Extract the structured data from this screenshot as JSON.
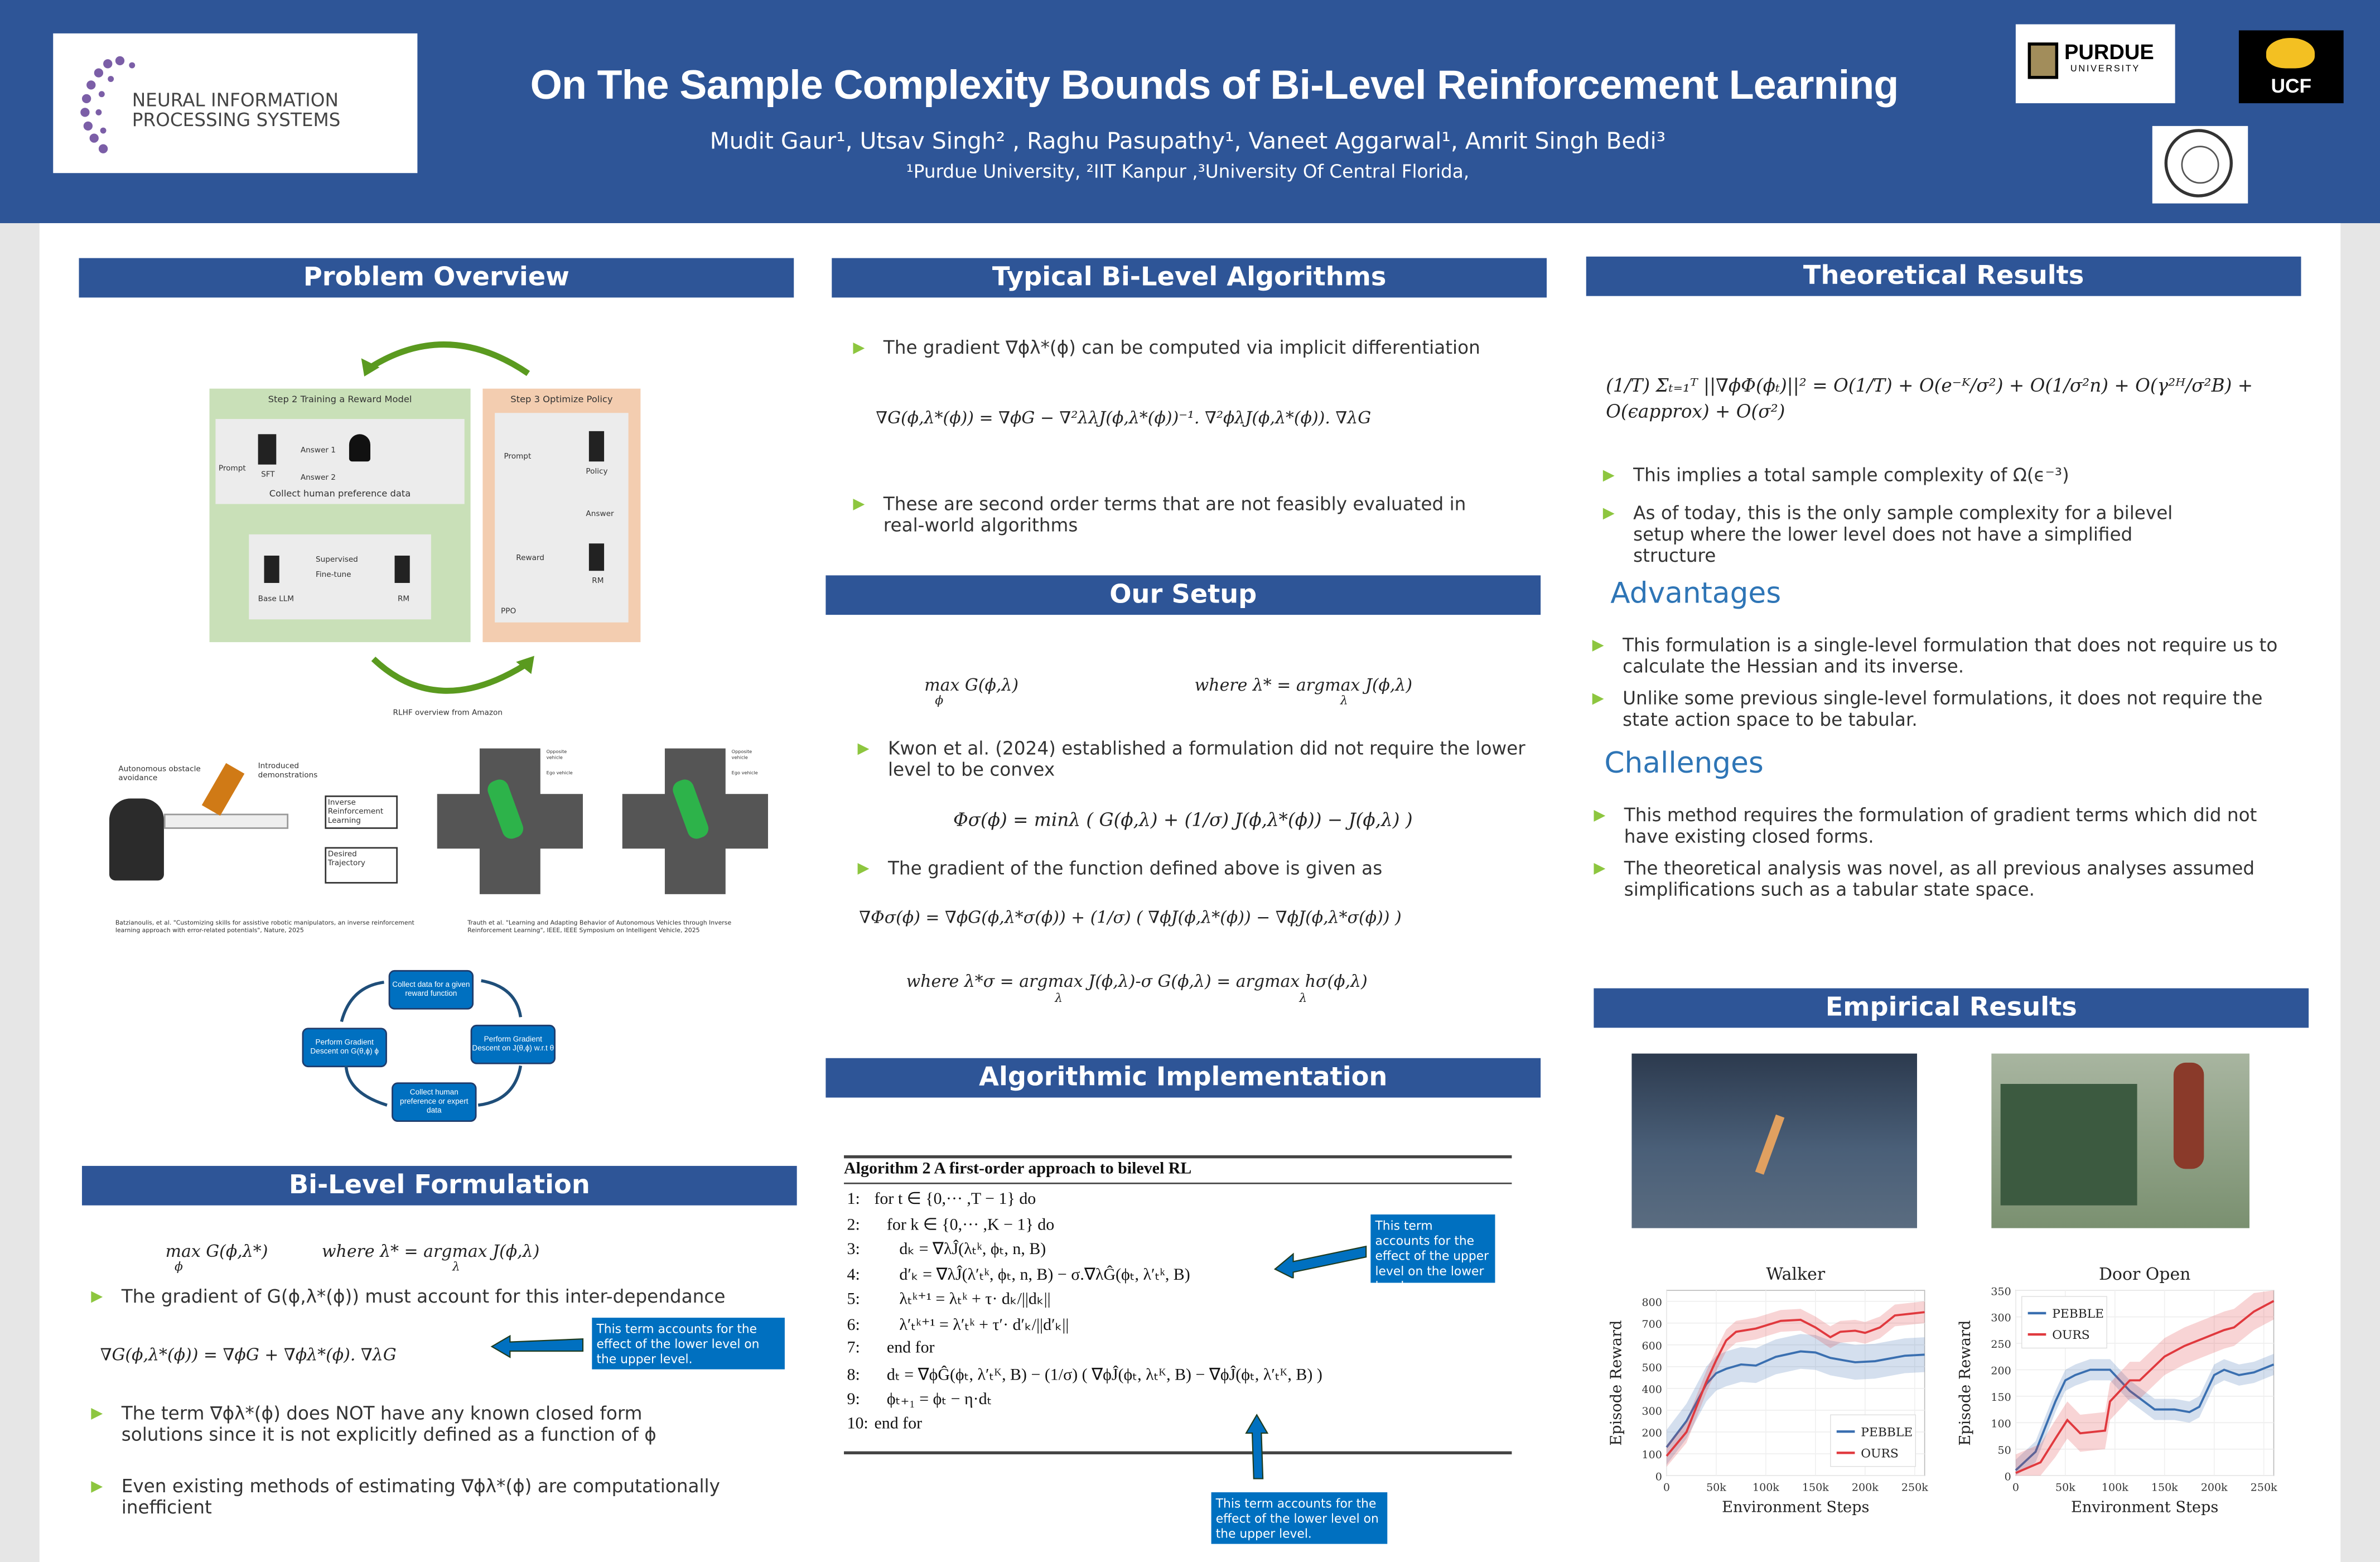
{
  "header": {
    "title": "On The Sample Complexity Bounds of Bi-Level Reinforcement Learning",
    "authors": "Mudit Gaur¹, Utsav Singh² , Raghu Pasupathy¹, Vaneet Aggarwal¹, Amrit Singh Bedi³",
    "affiliations": "¹Purdue University, ²IIT Kanpur ,³University Of Central Florida,",
    "logos": {
      "neurips": "NEURAL INFORMATION PROCESSING SYSTEMS",
      "purdue": "PURDUE",
      "purdue_sub": "UNIVERSITY",
      "ucf": "UCF"
    }
  },
  "colors": {
    "header": "#2e5597",
    "bullet": "#8dc63f",
    "note": "#0070c0",
    "subheading": "#2e75b6",
    "pebble": "#3a6fb0",
    "ours": "#e0393e"
  },
  "problem_overview": {
    "heading": "Problem Overview",
    "rlhf": {
      "step2": "Step 2 Training a Reward Model",
      "step3": "Step 3 Optimize Policy",
      "collect": "Collect human preference data",
      "prompt": "Prompt",
      "sft": "SFT",
      "answer1": "Answer 1",
      "answer2": "Answer 2",
      "answer": "Answer",
      "supervised": "Supervised",
      "finetune": "Fine-tune",
      "base_llm": "Base LLM",
      "rm": "RM",
      "policy": "Policy",
      "reward": "Reward",
      "ppo": "PPO",
      "caption": "RLHF overview from Amazon"
    },
    "irl": {
      "autonomous": "Autonomous obstacle avoidance",
      "introduced": "Introduced demonstrations",
      "irl_box": "Inverse Reinforcement Learning",
      "desired": "Desired Trajectory",
      "caption": "Batzianoulis, et al. \"Customizing skills for assistive robotic manipulators, an inverse reinforcement learning approach with error-related potentials\", Nature, 2025"
    },
    "vehicles": {
      "opposite": "Opposite vehicle",
      "ego": "Ego vehicle",
      "caption": "Trauth et al. \"Learning and Adapting Behavior of Autonomous Vehicles through Inverse Reinforcement Learning\", IEEE, IEEE Symposium on Intelligent Vehicle, 2025"
    },
    "cycle": [
      "Collect data for a given reward function",
      "Perform Gradient Descent on J(θ,ϕ) w.r.t θ",
      "Collect human preference or expert data",
      "Perform Gradient Descent on G(θ,ϕ) ϕ"
    ]
  },
  "bilevel": {
    "heading": "Bi-Level Formulation",
    "eq_max": "max G(ϕ,λ*)",
    "eq_max_sub": "ϕ",
    "eq_where": "where λ* = argmax J(ϕ,λ)",
    "eq_where_sub": "λ",
    "bullet1": "The gradient of G(ϕ,λ*(ϕ)) must account for this inter-dependance",
    "eq_grad": "∇G(ϕ,λ*(ϕ)) = ∇ϕG + ∇ϕλ*(ϕ). ∇λG",
    "note": "This term accounts for the effect of the lower level on the upper level.",
    "bullet2": "The term ∇ϕλ*(ϕ) does NOT have any known closed form solutions since it is not explicitly defined as a function of  ϕ",
    "bullet3": "Even existing methods of estimating ∇ϕλ*(ϕ) are computationally inefficient"
  },
  "typical": {
    "heading": "Typical Bi-Level Algorithms",
    "bullet1": "The gradient  ∇ϕλ*(ϕ) can be computed via implicit differentiation",
    "eq": "∇G(ϕ,λ*(ϕ)) = ∇ϕG − ∇²λλJ(ϕ,λ*(ϕ))⁻¹. ∇²ϕλJ(ϕ,λ*(ϕ)). ∇λG",
    "bullet2": "These are second order terms that are not feasibly evaluated in real-world algorithms"
  },
  "setup": {
    "heading": "Our Setup",
    "eq_max": "max G(ϕ,λ)",
    "eq_max_sub": "ϕ",
    "eq_where": "where  λ* = argmax J(ϕ,λ)",
    "eq_where_sub": "λ",
    "bullet1": "Kwon et al. (2024)  established a formulation did not require the lower level to be convex",
    "eq_phi": "Φσ(ϕ) = minλ ( G(ϕ,λ) + (1/σ) J(ϕ,λ*(ϕ)) − J(ϕ,λ) )",
    "bullet2": "The gradient of the function defined above is given as",
    "eq_grad": "∇Φσ(ϕ) = ∇ϕG(ϕ,λ*σ(ϕ)) + (1/σ) ( ∇ϕJ(ϕ,λ*(ϕ)) − ∇ϕJ(ϕ,λ*σ(ϕ)) )",
    "eq_where2": "where  λ*σ  =  argmax J(ϕ,λ)-σ G(ϕ,λ) = argmax hσ(ϕ,λ)",
    "eq_where2_sub1": "λ",
    "eq_where2_sub2": "λ"
  },
  "algorithm": {
    "heading": "Algorithmic Implementation",
    "title": "Algorithm 2 A first-order approach to bilevel RL",
    "lines": [
      {
        "n": "1:",
        "code": "for t ∈ {0,··· ,T − 1} do"
      },
      {
        "n": "2:",
        "code": "   for k ∈ {0,··· ,K − 1} do"
      },
      {
        "n": "3:",
        "code": "      dₖ = ∇λĴ(λₜᵏ, ϕₜ, n, B)"
      },
      {
        "n": "4:",
        "code": "      d′ₖ = ∇λĴ(λ′ₜᵏ, ϕₜ, n, B) − σ.∇λĜ(ϕₜ, λ′ₜᵏ, B)"
      },
      {
        "n": "5:",
        "code": "      λₜᵏ⁺¹ = λₜᵏ + τ· dₖ/||dₖ||"
      },
      {
        "n": "6:",
        "code": "      λ′ₜᵏ⁺¹ = λ′ₜᵏ + τ′· d′ₖ/||d′ₖ||"
      },
      {
        "n": "7:",
        "code": "   end for"
      },
      {
        "n": "8:",
        "code": "   dₜ = ∇ϕĜ(ϕₜ, λ′ₜᴷ, B) − (1/σ) ( ∇ϕĴ(ϕₜ, λₜᴷ, B) − ∇ϕĴ(ϕₜ, λ′ₜᴷ, B) )"
      },
      {
        "n": "9:",
        "code": "   ϕₜ₊₁ = ϕₜ − η·dₜ"
      },
      {
        "n": "10:",
        "code": "end for"
      }
    ],
    "note_upper": "This term accounts for the effect of the upper level on the lower level.",
    "note_lower": "This term accounts for the effect of the lower level on the upper level."
  },
  "theory": {
    "heading": "Theoretical Results",
    "eq": "(1/T) Σₜ₌₁ᵀ ||∇ϕΦ(ϕₜ)||² = O(1/T) + O(e⁻ᴷ/σ²) + O(1/σ²n) + O(γ²ᴴ/σ²B) + O(ϵapprox) + O(σ²)",
    "bullet1": "This implies a total sample complexity of Ω(ϵ⁻³)",
    "bullet2": "As of today, this is the only sample complexity for a bilevel setup where the lower level does not have a simplified structure",
    "advantages": "Advantages",
    "adv1": "This formulation is a single-level formulation that does not require us to calculate the Hessian and its inverse.",
    "adv2": "Unlike some previous single-level formulations, it does not require the state action space to be tabular.",
    "challenges": "Challenges",
    "ch1": "This method requires the formulation of gradient terms which did not have existing closed forms.",
    "ch2": "The theoretical analysis was novel, as all previous analyses assumed simplifications such as a tabular state space."
  },
  "empirical": {
    "heading": "Empirical Results"
  },
  "chart_data": [
    {
      "type": "line",
      "title": "Walker",
      "xlabel": "Environment Steps",
      "ylabel": "Episode Reward",
      "xlim": [
        0,
        260000
      ],
      "ylim": [
        0,
        850
      ],
      "xticks": [
        0,
        50000,
        100000,
        150000,
        200000,
        250000
      ],
      "xtick_labels": [
        "0",
        "50k",
        "100k",
        "150k",
        "200k",
        "250k"
      ],
      "yticks": [
        0,
        100,
        200,
        300,
        400,
        500,
        600,
        700,
        800
      ],
      "ytick_labels": [
        "0",
        "100",
        "200",
        "300",
        "400",
        "500",
        "600",
        "700",
        "800"
      ],
      "legend": "bottom-right",
      "grid": true,
      "series": [
        {
          "name": "PEBBLE",
          "color": "#3a6fb0",
          "band": 80,
          "x": [
            0,
            20000,
            40000,
            50000,
            60000,
            75000,
            90000,
            110000,
            135000,
            150000,
            165000,
            190000,
            210000,
            240000,
            260000
          ],
          "y": [
            130,
            250,
            420,
            470,
            490,
            510,
            505,
            545,
            570,
            565,
            540,
            520,
            525,
            550,
            555
          ]
        },
        {
          "name": "OURS",
          "color": "#e0393e",
          "band": 50,
          "x": [
            0,
            20000,
            40000,
            50000,
            60000,
            70000,
            90000,
            115000,
            135000,
            150000,
            165000,
            175000,
            190000,
            200000,
            215000,
            230000,
            260000
          ],
          "y": [
            90,
            200,
            430,
            530,
            620,
            660,
            675,
            710,
            715,
            680,
            635,
            660,
            665,
            655,
            680,
            735,
            750
          ]
        }
      ]
    },
    {
      "type": "line",
      "title": "Door Open",
      "xlabel": "Environment Steps",
      "ylabel": "Episode Reward",
      "xlim": [
        0,
        260000
      ],
      "ylim": [
        0,
        350
      ],
      "xticks": [
        0,
        50000,
        100000,
        150000,
        200000,
        250000
      ],
      "xtick_labels": [
        "0",
        "50k",
        "100k",
        "150k",
        "200k",
        "250k"
      ],
      "yticks": [
        0,
        50,
        100,
        150,
        200,
        250,
        300,
        350
      ],
      "ytick_labels": [
        "0",
        "50",
        "100",
        "150",
        "200",
        "250",
        "300",
        "350"
      ],
      "legend": "top-left",
      "grid": true,
      "series": [
        {
          "name": "PEBBLE",
          "color": "#3a6fb0",
          "band": 20,
          "x": [
            0,
            20000,
            40000,
            50000,
            60000,
            75000,
            95000,
            115000,
            140000,
            160000,
            175000,
            185000,
            200000,
            210000,
            225000,
            240000,
            260000
          ],
          "y": [
            10,
            45,
            140,
            180,
            190,
            200,
            200,
            160,
            125,
            125,
            120,
            130,
            190,
            200,
            190,
            195,
            210
          ]
        },
        {
          "name": "OURS",
          "color": "#e0393e",
          "band": 35,
          "x": [
            0,
            25000,
            40000,
            52000,
            65000,
            90000,
            95000,
            115000,
            125000,
            150000,
            170000,
            190000,
            210000,
            220000,
            240000,
            260000
          ],
          "y": [
            5,
            25,
            70,
            105,
            80,
            85,
            140,
            180,
            180,
            225,
            245,
            260,
            275,
            280,
            310,
            330
          ]
        }
      ]
    }
  ]
}
